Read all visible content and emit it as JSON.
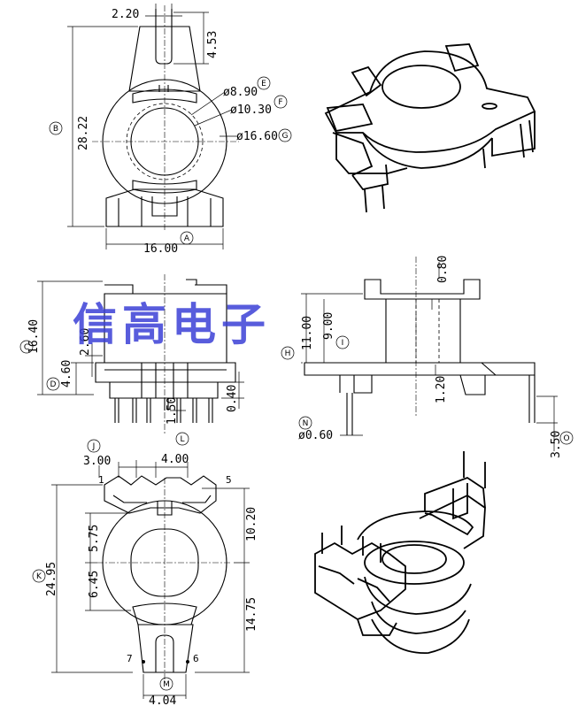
{
  "watermark": "信高电子",
  "top_view": {
    "dims": {
      "slot_width": "2.20",
      "slot_depth": "4.53",
      "height": "28.22",
      "width": "16.00",
      "dia_e": "ø8.90",
      "dia_f": "ø10.30",
      "dia_g": "ø16.60"
    },
    "circles": {
      "a": "A",
      "b": "B",
      "e": "E",
      "f": "F",
      "g": "G"
    }
  },
  "front_view": {
    "dims": {
      "total_height": "16.40",
      "base_height": "4.60",
      "mid_height": "2.60",
      "pin_length": "1.50",
      "pin_gap": "0.40"
    },
    "circles": {
      "c": "C",
      "d": "D"
    }
  },
  "side_view": {
    "dims": {
      "flange_thk": "0.80",
      "winding_height": "11.00",
      "inner_height": "9.00",
      "base_thk": "1.20",
      "pin_dia": "ø0.60",
      "pin_length": "3.50"
    },
    "circles": {
      "h": "H",
      "i": "I",
      "n": "N",
      "o": "O"
    }
  },
  "bottom_view": {
    "dims": {
      "pin_pitch": "3.00",
      "pin_span": "4.00",
      "upper": "5.75",
      "lower": "6.45",
      "right_upper": "10.20",
      "right_lower": "14.75",
      "overall": "24.95",
      "slot": "4.04"
    },
    "pins": {
      "p1": "1",
      "p5": "5",
      "p6": "6",
      "p7": "7"
    },
    "circles": {
      "j": "J",
      "l": "L",
      "k": "K",
      "m": "M"
    }
  }
}
